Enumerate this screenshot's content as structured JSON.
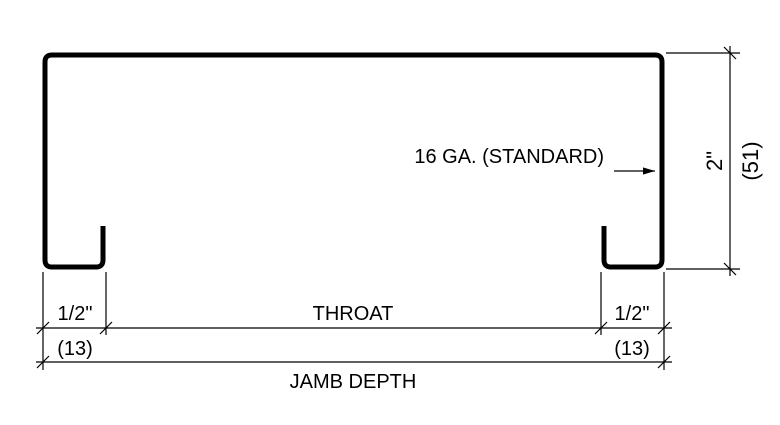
{
  "drawing": {
    "gauge_label": "16 GA. (STANDARD)",
    "left_return": {
      "imperial": "1/2\"",
      "metric": "(13)"
    },
    "right_return": {
      "imperial": "1/2\"",
      "metric": "(13)"
    },
    "throat_label": "THROAT",
    "jamb_depth_label": "JAMB DEPTH",
    "height": {
      "imperial": "2\"",
      "metric": "(51)"
    },
    "profile_color": "#000000"
  }
}
